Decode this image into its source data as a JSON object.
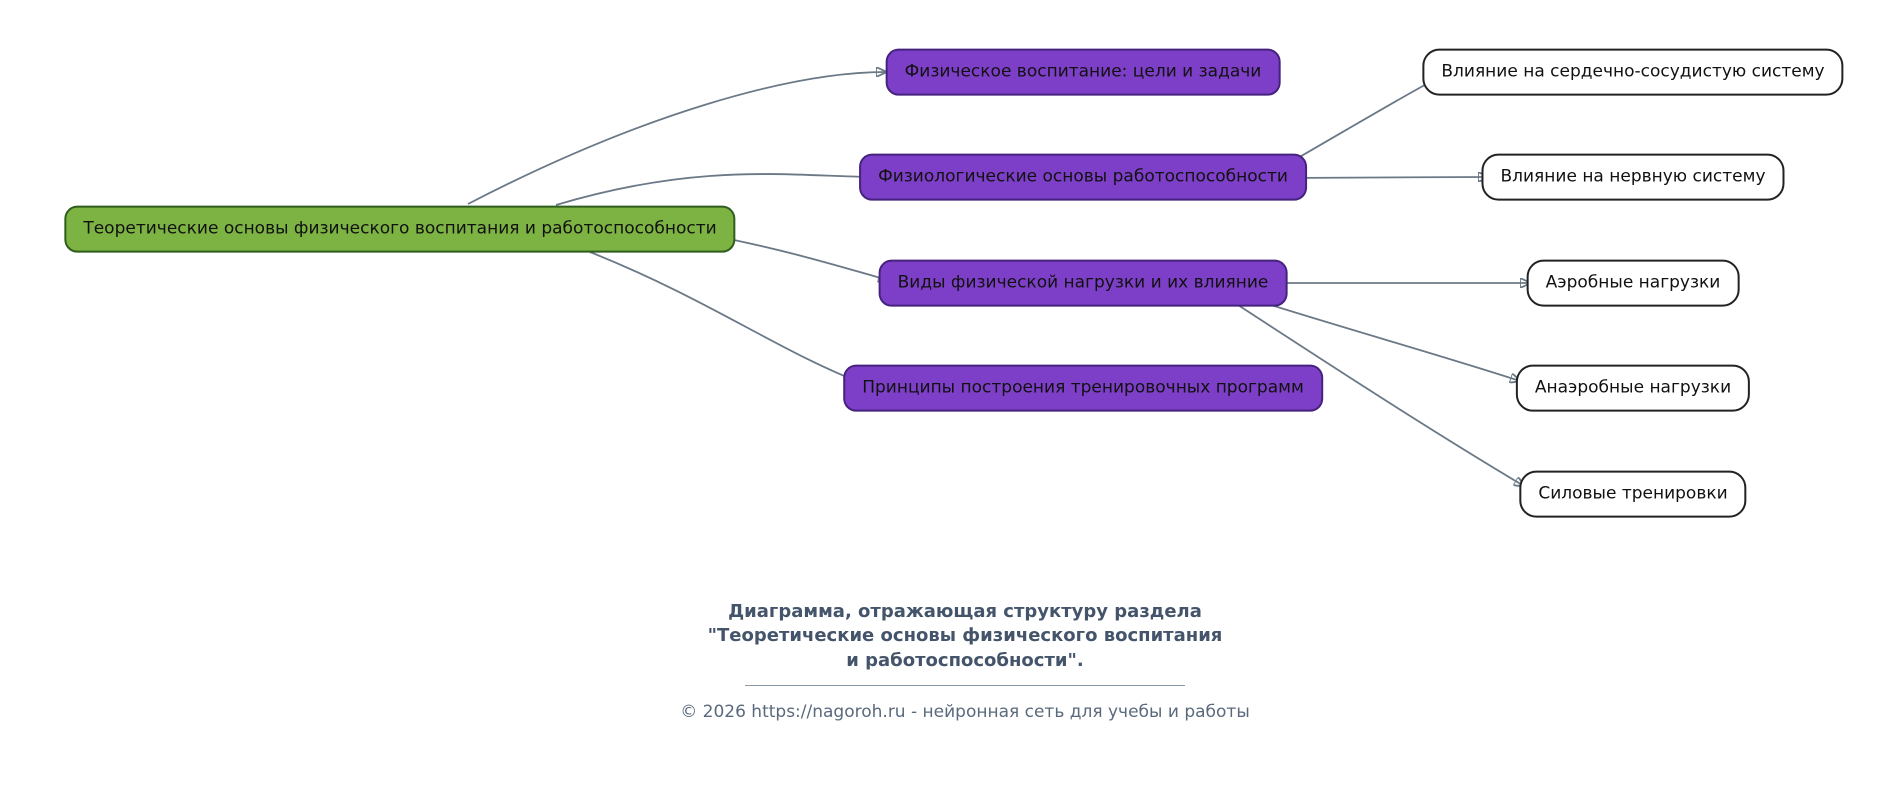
{
  "diagram": {
    "root": {
      "id": "root",
      "label": "Теоретические основы физического воспитания и работоспособности"
    },
    "level1": [
      {
        "id": "p1",
        "label": "Физическое воспитание: цели и задачи",
        "parent": "root"
      },
      {
        "id": "p2",
        "label": "Физиологические основы работоспособности",
        "parent": "root"
      },
      {
        "id": "p3",
        "label": "Виды физической нагрузки и их влияние",
        "parent": "root"
      },
      {
        "id": "p4",
        "label": "Принципы построения тренировочных программ",
        "parent": "root"
      }
    ],
    "level2": [
      {
        "id": "w1",
        "label": "Влияние на сердечно-сосудистую систему",
        "parent": "p2"
      },
      {
        "id": "w2",
        "label": "Влияние на нервную систему",
        "parent": "p2"
      },
      {
        "id": "w3",
        "label": "Аэробные нагрузки",
        "parent": "p3"
      },
      {
        "id": "w4",
        "label": "Анаэробные нагрузки",
        "parent": "p3"
      },
      {
        "id": "w5",
        "label": "Силовые тренировки",
        "parent": "p3"
      }
    ],
    "edges": [
      {
        "from": "root",
        "to": "p1"
      },
      {
        "from": "root",
        "to": "p2"
      },
      {
        "from": "root",
        "to": "p3"
      },
      {
        "from": "root",
        "to": "p4"
      },
      {
        "from": "p2",
        "to": "w1"
      },
      {
        "from": "p2",
        "to": "w2"
      },
      {
        "from": "p3",
        "to": "w3"
      },
      {
        "from": "p3",
        "to": "w4"
      },
      {
        "from": "p3",
        "to": "w5"
      }
    ]
  },
  "caption": {
    "line1": "Диаграмма, отражающая структуру раздела",
    "line2": "\"Теоретические основы физического воспитания",
    "line3": "и работоспособности\".",
    "copyright": "© 2026 https://nagoroh.ru - нейронная сеть для учебы и работы"
  },
  "colors": {
    "root_fill": "#7CB342",
    "root_border": "#2F5D1E",
    "branch_fill": "#7E3FC8",
    "branch_border": "#45227E",
    "leaf_fill": "#FFFFFF",
    "leaf_border": "#222222",
    "edge": "#6B7886",
    "caption_text": "#44546A",
    "copyright_text": "#5A6A7C"
  }
}
